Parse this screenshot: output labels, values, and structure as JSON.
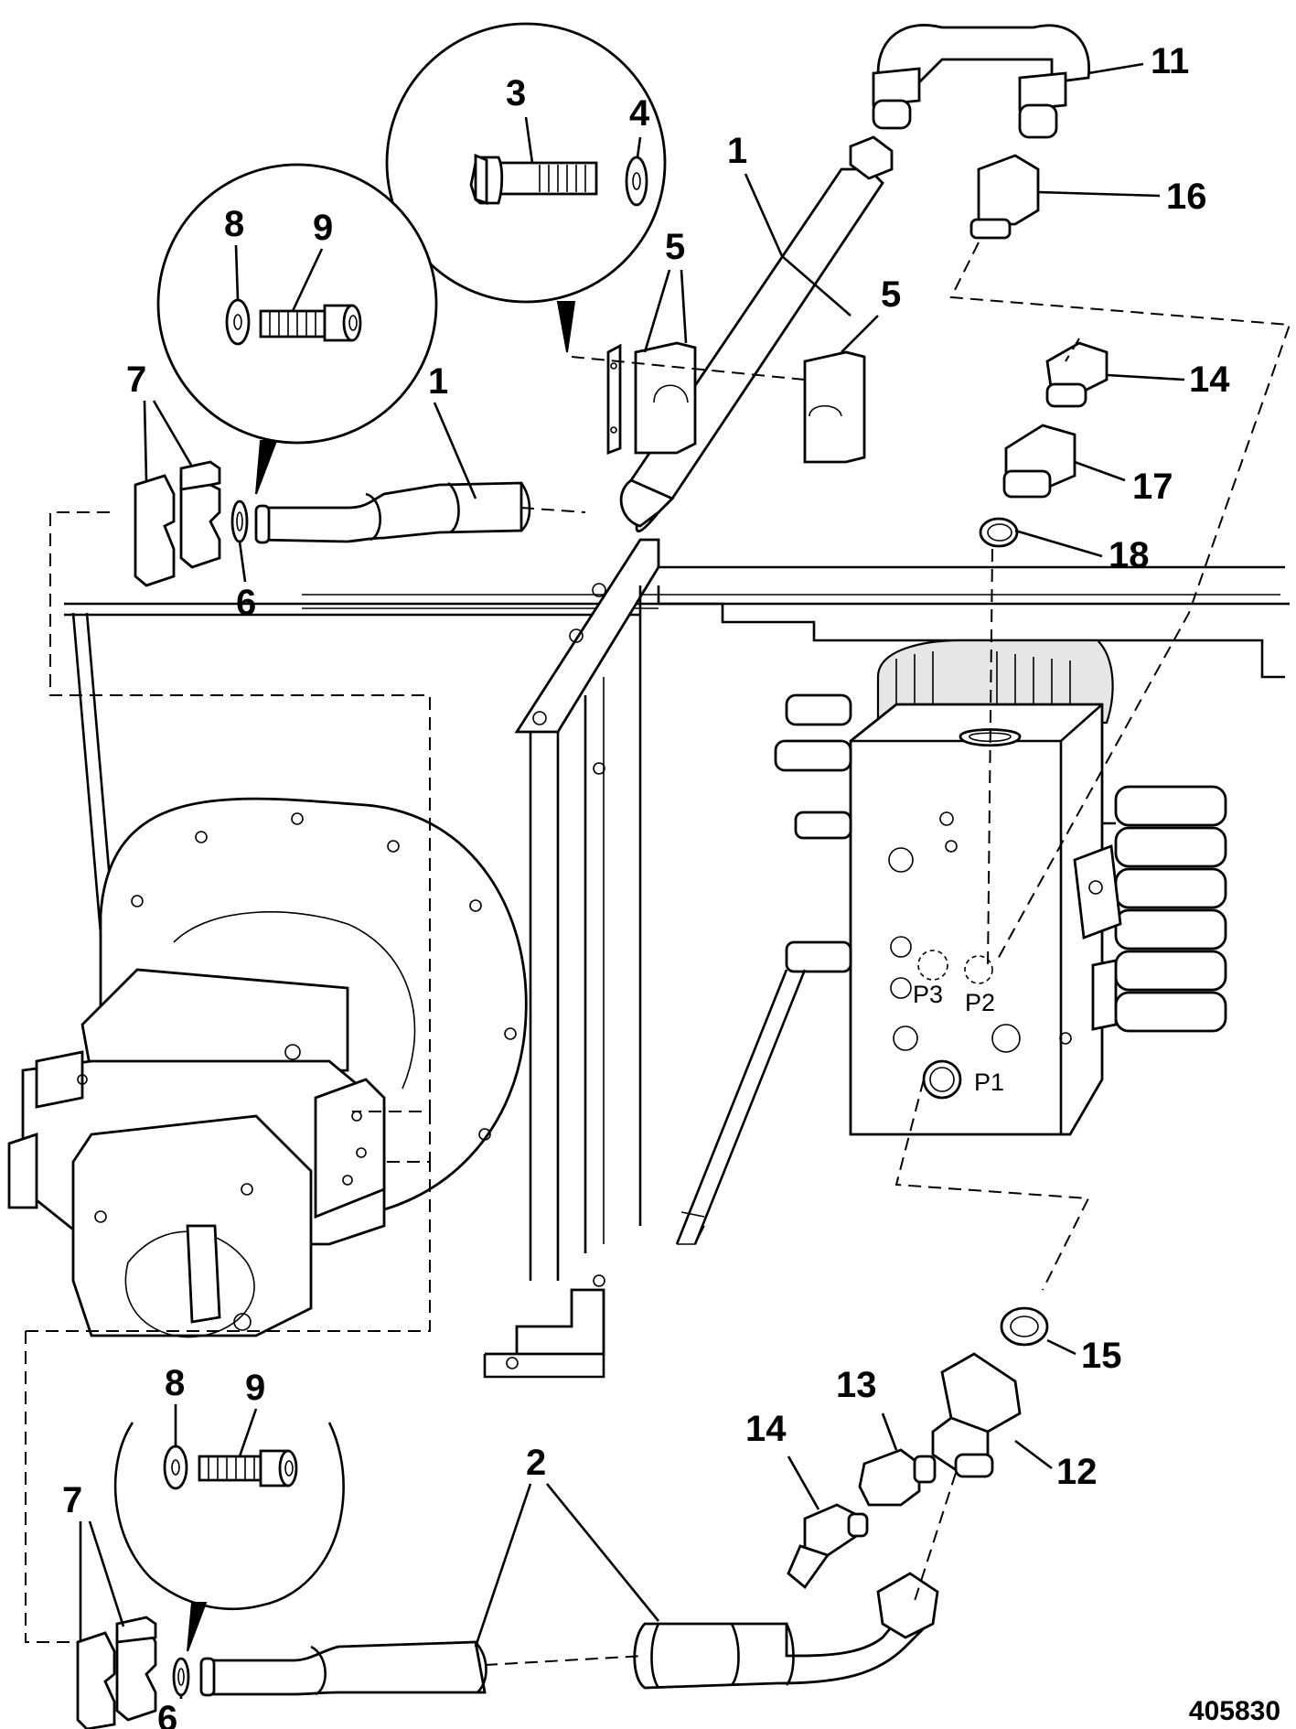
{
  "callouts": {
    "c1a": "1",
    "c1b": "1",
    "c2": "2",
    "c3": "3",
    "c4": "4",
    "c5a": "5",
    "c5b": "5",
    "c6a": "6",
    "c6b": "6",
    "c7a": "7",
    "c7b": "7",
    "c8a": "8",
    "c8b": "8",
    "c9a": "9",
    "c9b": "9",
    "c11": "11",
    "c12": "12",
    "c13": "13",
    "c14a": "14",
    "c14b": "14",
    "c15": "15",
    "c16": "16",
    "c17": "17",
    "c18": "18"
  },
  "ports": {
    "p1": "P1",
    "p2": "P2",
    "p3": "P3"
  },
  "document_number": "405830"
}
